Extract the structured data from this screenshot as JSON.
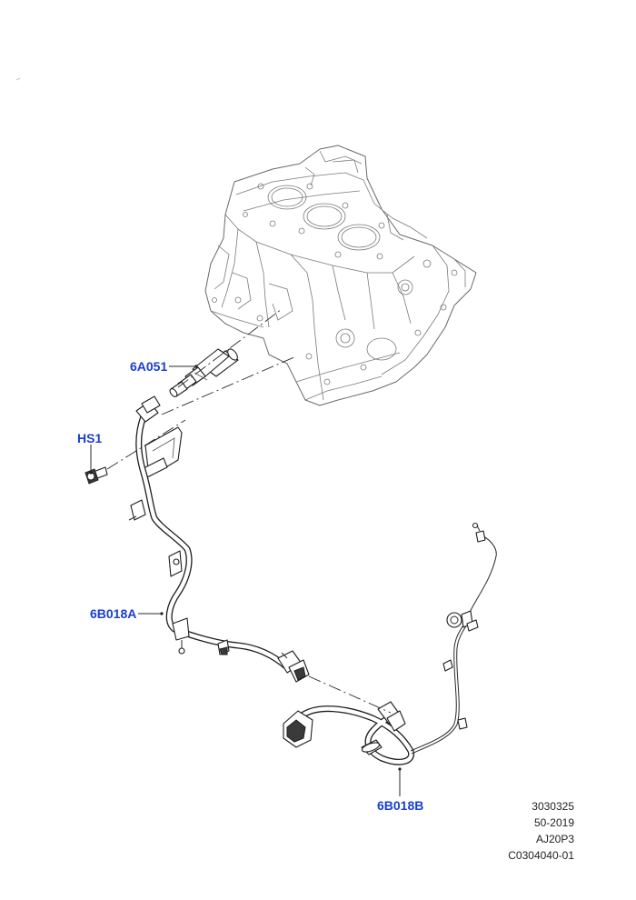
{
  "accent_color": "#1a3fcc",
  "callouts": {
    "heater": "6A051",
    "screw": "HS1",
    "harness_a": "6B018A",
    "harness_b": "6B018B"
  },
  "meta": {
    "line1": "3030325",
    "line2": "50-2019",
    "line3": "AJ20P3",
    "line4": "C0304040-01"
  }
}
